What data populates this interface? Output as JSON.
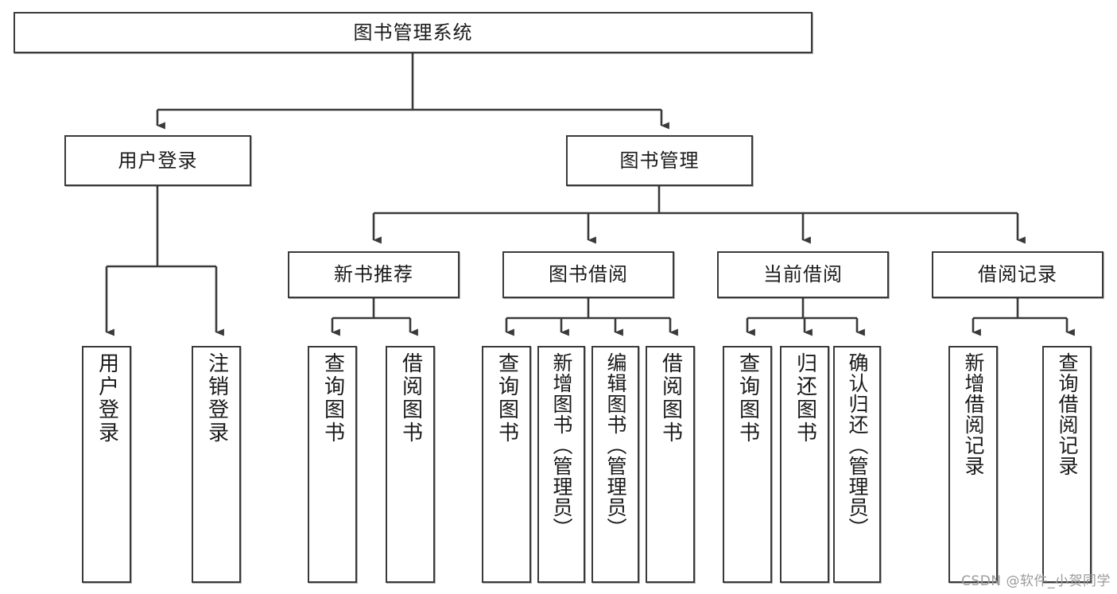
{
  "diagram": {
    "type": "tree",
    "title": "图书管理系统",
    "root": {
      "id": "root",
      "label": "图书管理系统"
    },
    "level2": [
      {
        "id": "user-login",
        "label": "用户登录"
      },
      {
        "id": "book-manage",
        "label": "图书管理"
      }
    ],
    "level3": [
      {
        "id": "new-book-rec",
        "label": "新书推荐",
        "parent": "book-manage"
      },
      {
        "id": "book-borrow",
        "label": "图书借阅",
        "parent": "book-manage"
      },
      {
        "id": "current-borrow",
        "label": "当前借阅",
        "parent": "book-manage"
      },
      {
        "id": "borrow-record",
        "label": "借阅记录",
        "parent": "book-manage"
      }
    ],
    "leaves": [
      {
        "id": "leaf-user-login",
        "label": "用户登录",
        "parent": "user-login"
      },
      {
        "id": "leaf-logout",
        "label": "注销登录",
        "parent": "user-login"
      },
      {
        "id": "leaf-query-book-1",
        "label": "查询图书",
        "parent": "new-book-rec"
      },
      {
        "id": "leaf-borrow-book-1",
        "label": "借阅图书",
        "parent": "new-book-rec"
      },
      {
        "id": "leaf-query-book-2",
        "label": "查询图书",
        "parent": "book-borrow"
      },
      {
        "id": "leaf-add-book",
        "label": "新增图书（管理员）",
        "parent": "book-borrow"
      },
      {
        "id": "leaf-edit-book",
        "label": "编辑图书（管理员）",
        "parent": "book-borrow"
      },
      {
        "id": "leaf-borrow-book-2",
        "label": "借阅图书",
        "parent": "book-borrow"
      },
      {
        "id": "leaf-query-book-3",
        "label": "查询图书",
        "parent": "current-borrow"
      },
      {
        "id": "leaf-return-book",
        "label": "归还图书",
        "parent": "current-borrow"
      },
      {
        "id": "leaf-confirm-return",
        "label": "确认归还（管理员）",
        "parent": "current-borrow"
      },
      {
        "id": "leaf-add-record",
        "label": "新增借阅记录",
        "parent": "borrow-record"
      },
      {
        "id": "leaf-query-record",
        "label": "查询借阅记录",
        "parent": "borrow-record"
      }
    ],
    "colors": {
      "stroke": "#3a3a3a",
      "text": "#1a1a1a",
      "background": "#ffffff",
      "watermark": "#9b9b9b"
    }
  },
  "watermark": {
    "text": "CSDN @软件_小贺同学"
  }
}
